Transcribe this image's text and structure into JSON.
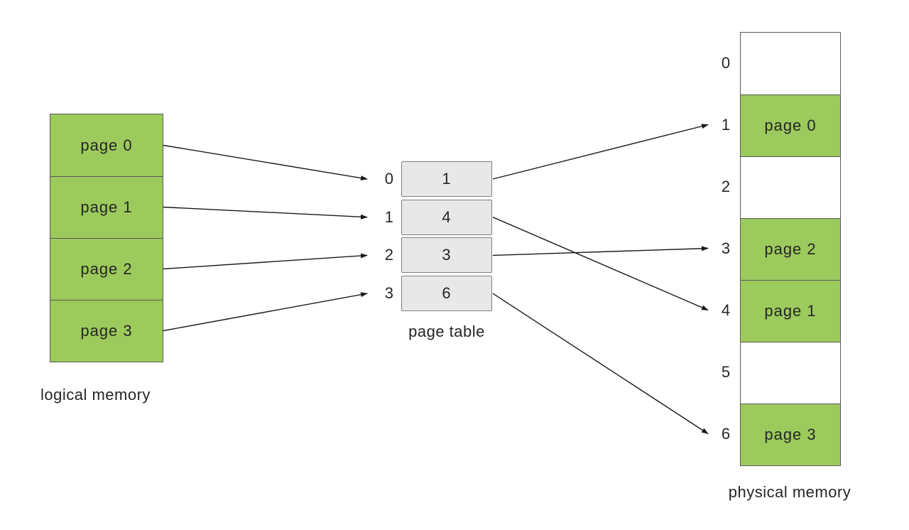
{
  "logical_memory": {
    "caption": "logical memory",
    "cells": [
      "page 0",
      "page 1",
      "page 2",
      "page 3"
    ]
  },
  "page_table": {
    "caption": "page table",
    "entries": [
      {
        "index": "0",
        "value": "1"
      },
      {
        "index": "1",
        "value": "4"
      },
      {
        "index": "2",
        "value": "3"
      },
      {
        "index": "3",
        "value": "6"
      }
    ]
  },
  "physical_memory": {
    "caption": "physical memory",
    "frames": [
      {
        "index": "0",
        "label": ""
      },
      {
        "index": "1",
        "label": "page 0"
      },
      {
        "index": "2",
        "label": ""
      },
      {
        "index": "3",
        "label": "page 2"
      },
      {
        "index": "4",
        "label": "page 1"
      },
      {
        "index": "5",
        "label": ""
      },
      {
        "index": "6",
        "label": "page 3"
      }
    ]
  },
  "arrows": [
    {
      "from": "logical-cell-0",
      "to": "pt-index-0"
    },
    {
      "from": "logical-cell-1",
      "to": "pt-index-1"
    },
    {
      "from": "logical-cell-2",
      "to": "pt-index-2"
    },
    {
      "from": "logical-cell-3",
      "to": "pt-index-3"
    },
    {
      "from": "pt-row-0",
      "to": "pm-index-1"
    },
    {
      "from": "pt-row-1",
      "to": "pm-index-4"
    },
    {
      "from": "pt-row-2",
      "to": "pm-index-3"
    },
    {
      "from": "pt-row-3",
      "to": "pm-index-6"
    }
  ],
  "colors": {
    "page_fill": "#9CCA5C",
    "memory_border": "#595959",
    "table_fill": "#E8E8E8",
    "table_border": "#7F7F7F",
    "arrow": "#1A1A1A",
    "text": "#262626"
  }
}
